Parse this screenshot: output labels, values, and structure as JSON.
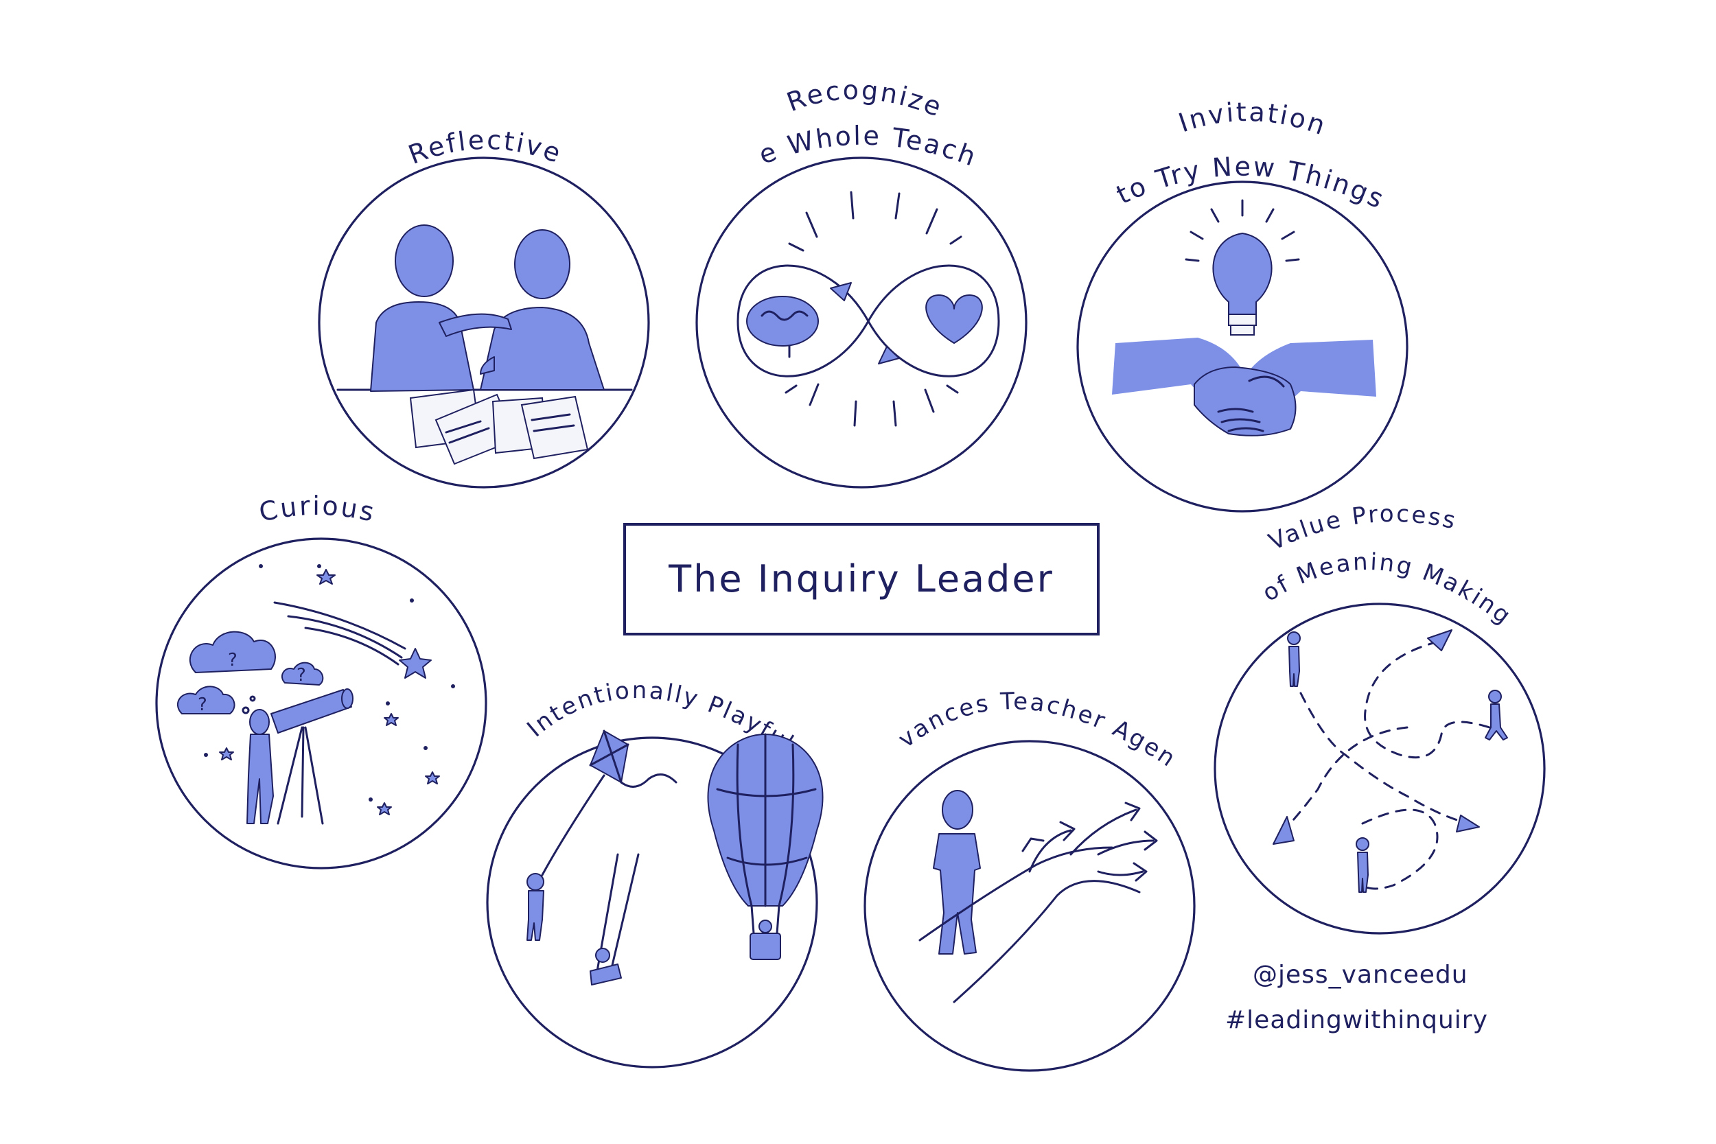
{
  "title": "The Inquiry Leader",
  "traits": [
    {
      "id": "reflective",
      "label": "Reflective",
      "icon": "two-people-reviewing-papers-icon"
    },
    {
      "id": "recognize",
      "label_line1": "Recognize",
      "label_line2": "the Whole Teacher",
      "icon": "brain-heart-infinity-icon"
    },
    {
      "id": "invitation",
      "label_line1": "Invitation",
      "label_line2": "to Try New Things",
      "icon": "lightbulb-handshake-icon"
    },
    {
      "id": "curious",
      "label": "Curious",
      "icon": "telescope-stargazer-icon"
    },
    {
      "id": "playful",
      "label": "Intentionally Playful",
      "icon": "kite-swing-balloon-icon"
    },
    {
      "id": "agency",
      "label": "Advances Teacher Agency",
      "icon": "person-branching-paths-icon"
    },
    {
      "id": "value",
      "label_line1": "Value  Process",
      "label_line2": "of Meaning  Making",
      "icon": "dashed-paths-people-icon"
    }
  ],
  "credits": {
    "handle": "@jess_vanceedu",
    "hashtag": "#leadingwithinquiry"
  },
  "colors": {
    "ink": "#1f2060",
    "fill": "#7d90e6",
    "background": "#ffffff"
  }
}
